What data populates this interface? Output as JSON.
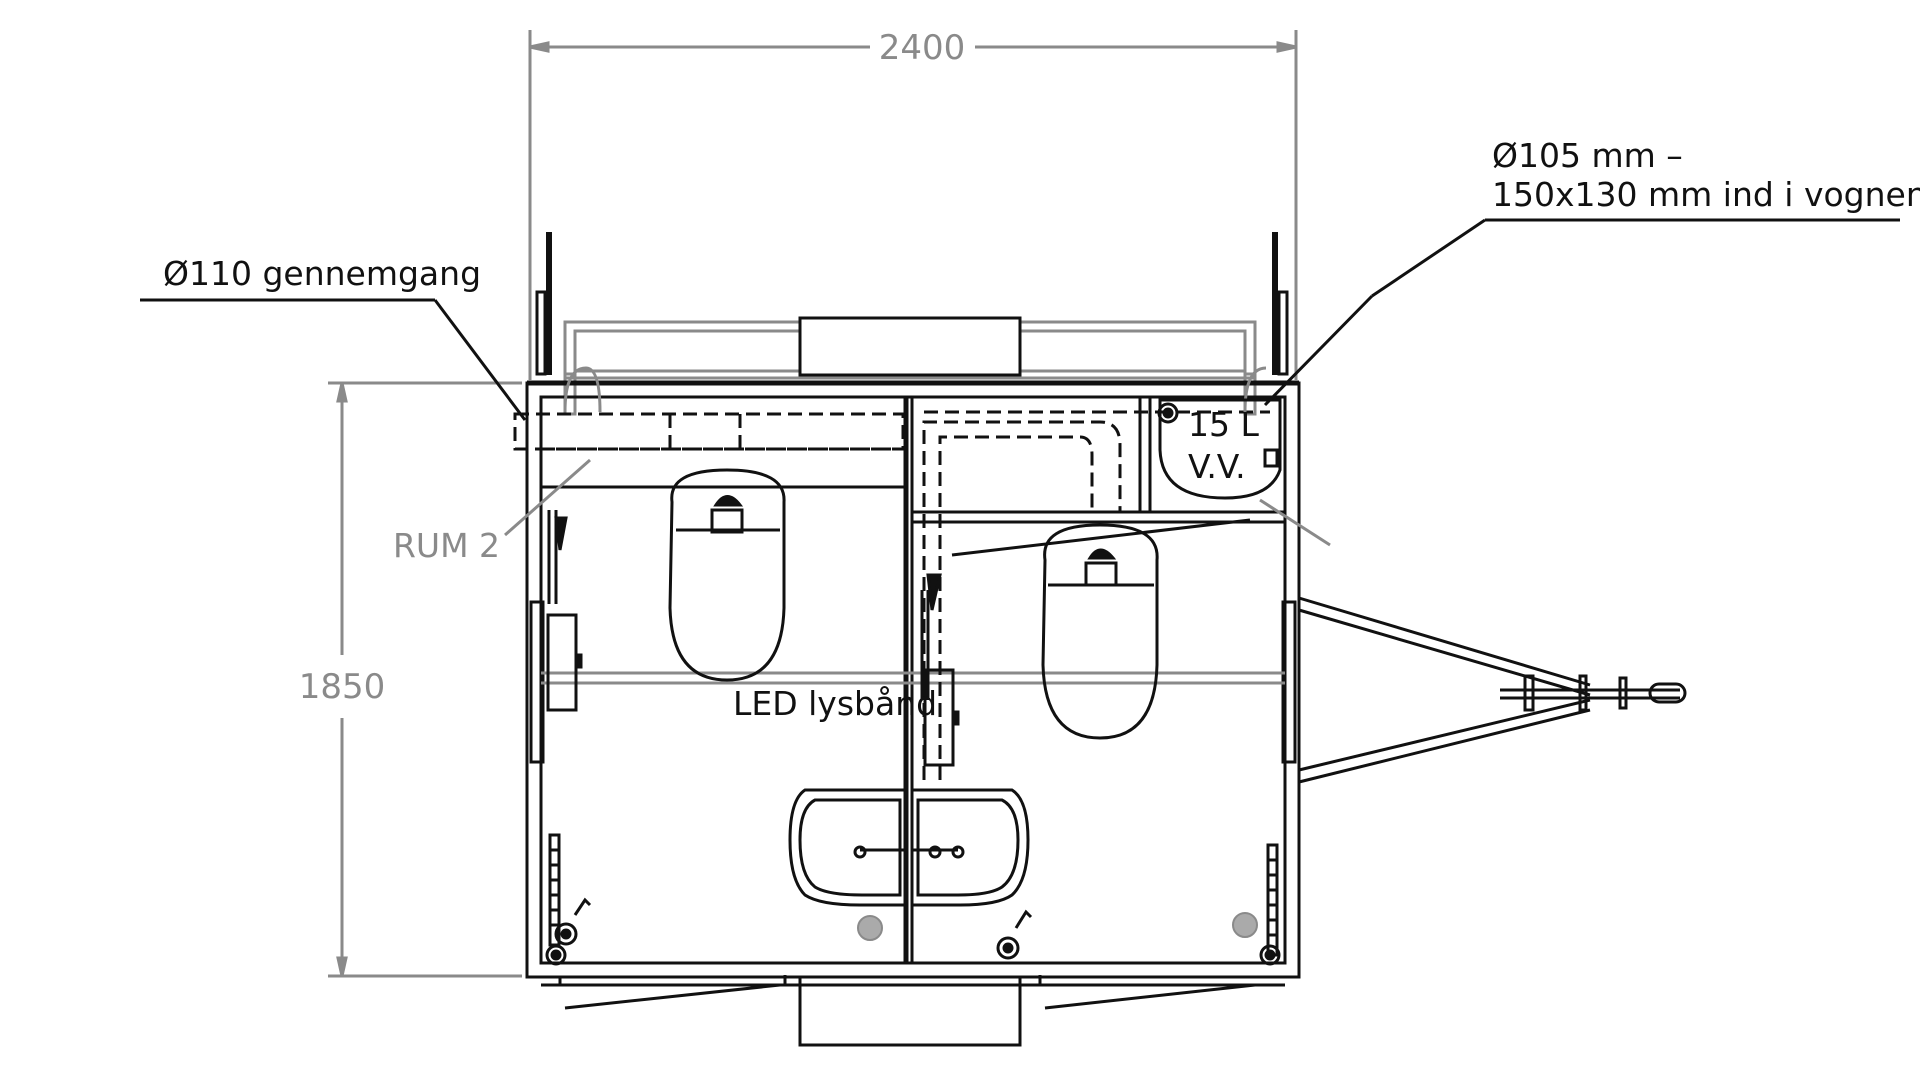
{
  "dimensions": {
    "width": "2400",
    "height": "1850"
  },
  "labels": {
    "pass_through": "Ø110 gennemgang",
    "vent_line1": "Ø105 mm –",
    "vent_line2": "150x130 mm ind i vognen",
    "room": "RUM 2",
    "led": "LED lysbånd",
    "heater_line1": "15 L",
    "heater_line2": "V.V."
  },
  "colors": {
    "line": "#111111",
    "grey": "#8a8a8a",
    "background": "#ffffff"
  }
}
